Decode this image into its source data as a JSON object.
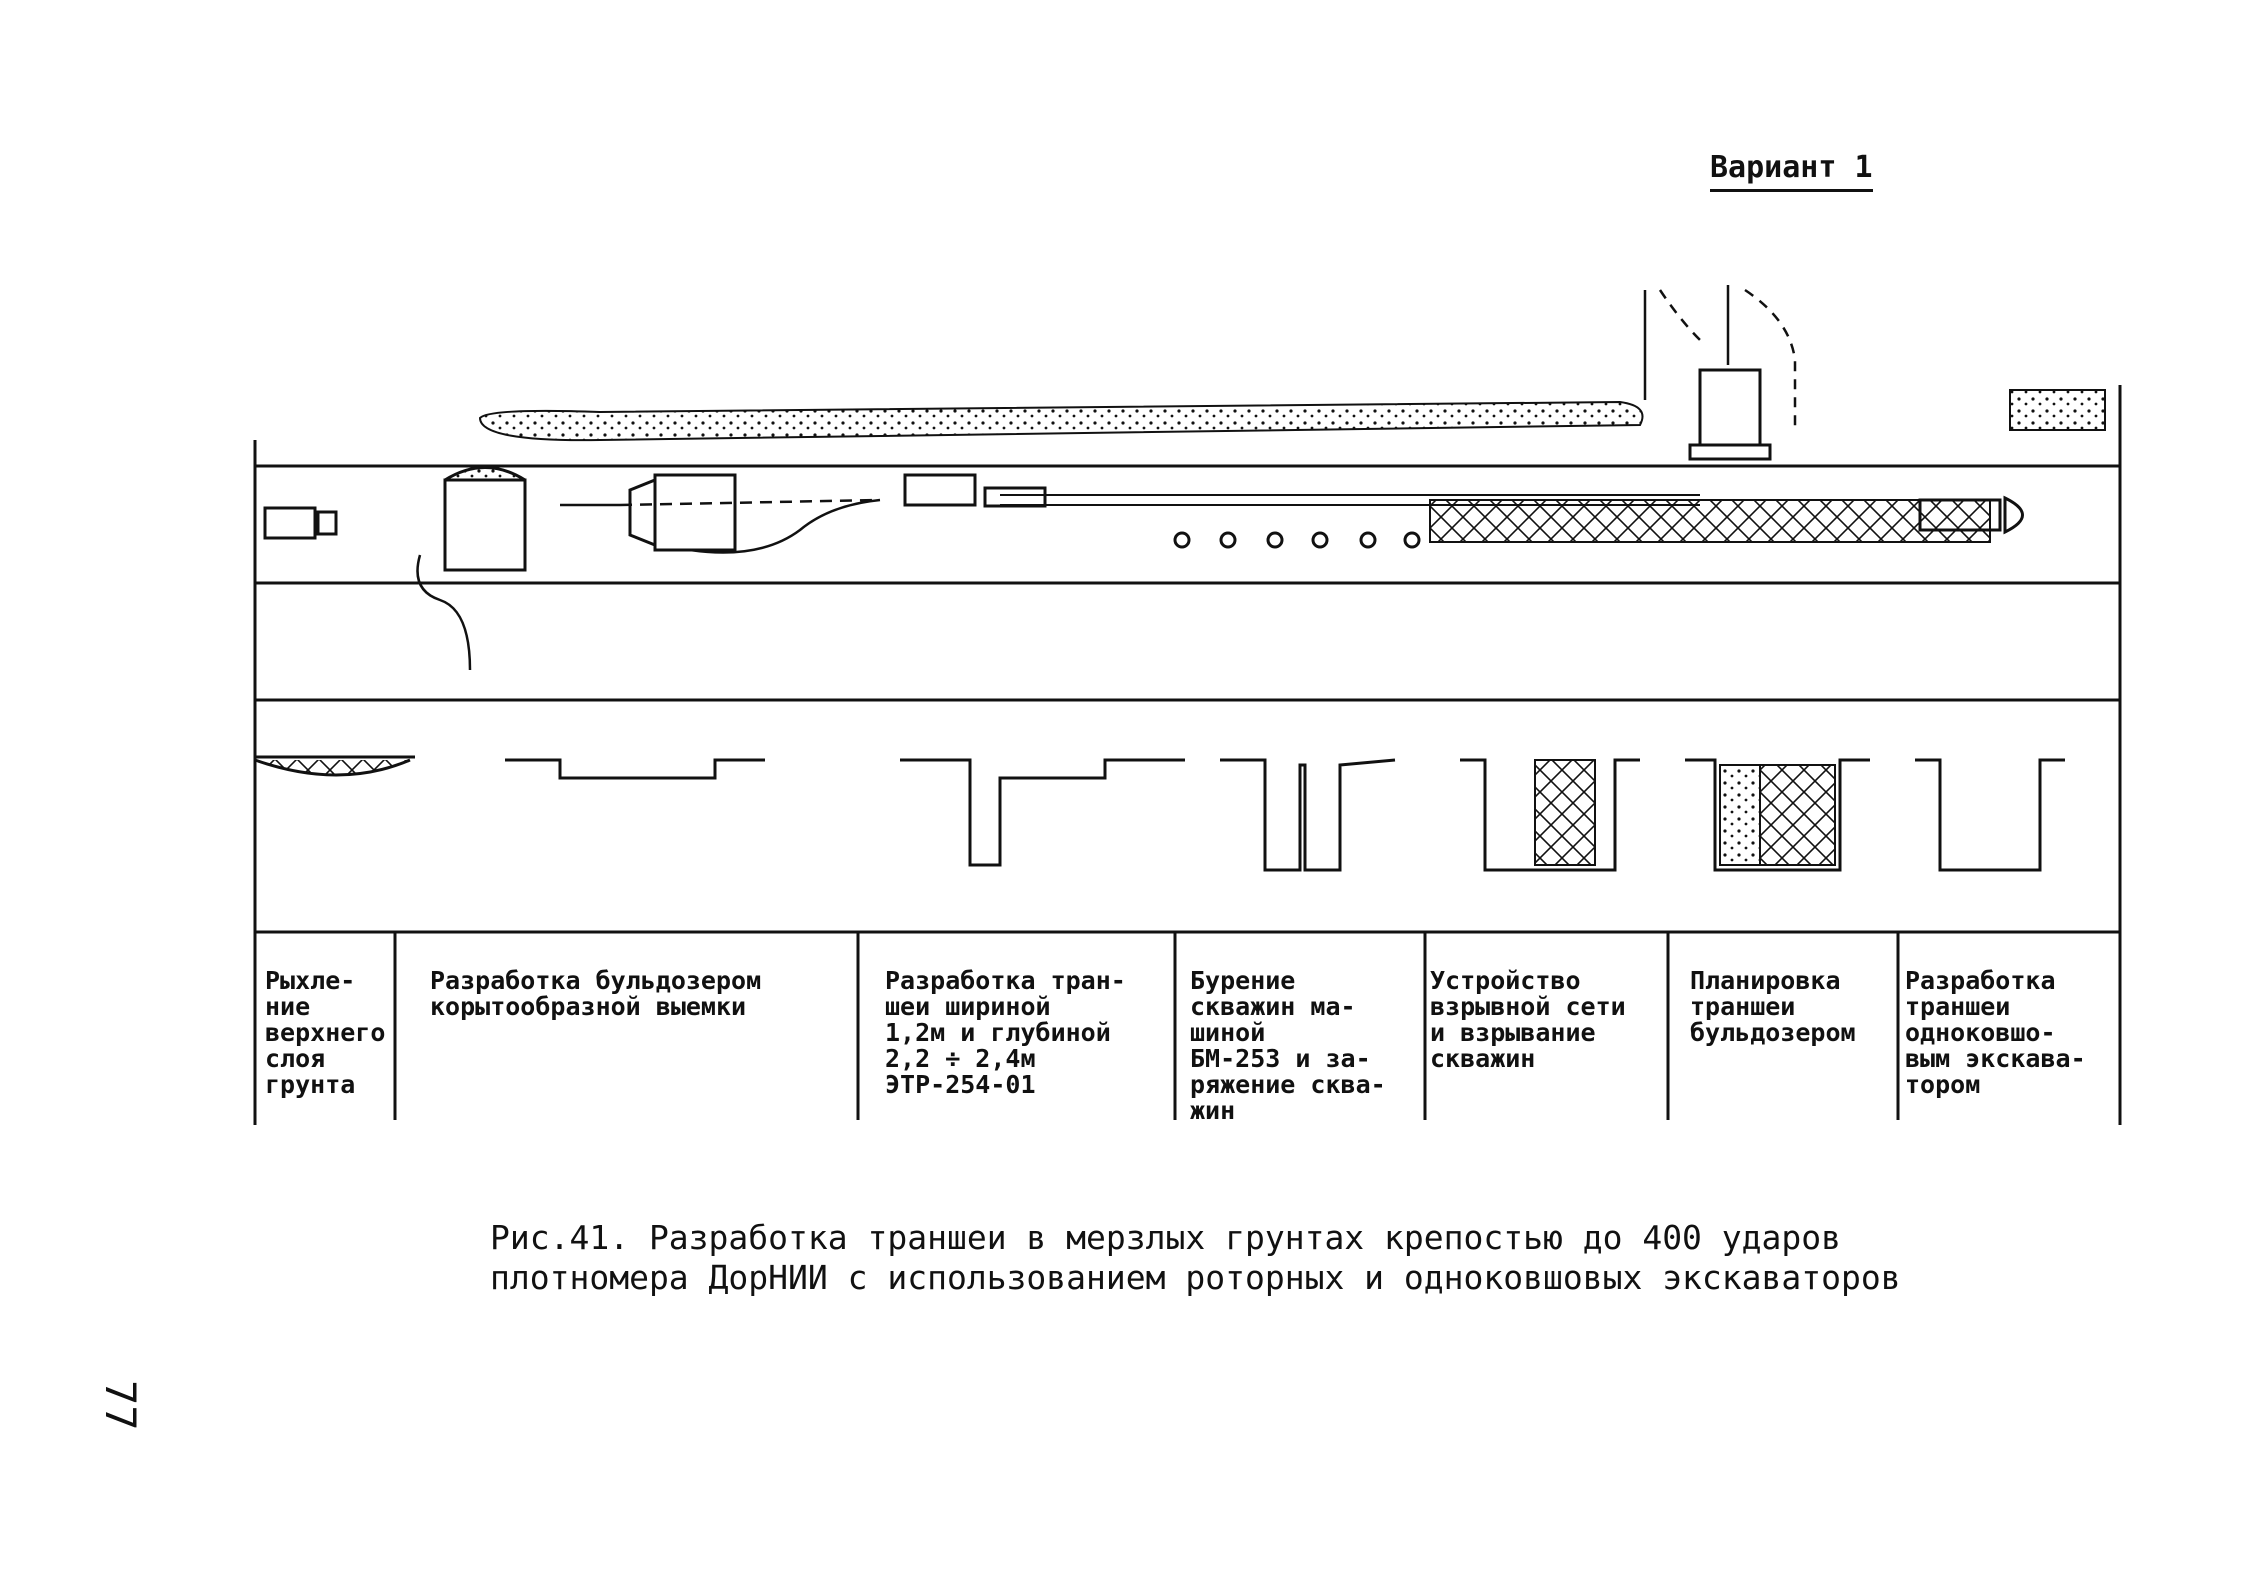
{
  "variant_label": "Вариант 1",
  "stages": [
    "Рыхле-\nние\nверхнего\nслоя\nгрунта",
    "Разработка бульдозером\nкорытообразной выемки",
    "Разработка тран-\nшеи шириной\n1,2м и глубиной\n2,2 ÷ 2,4м\nЭТР-254-01",
    "Бурение\nскважин ма-\nшиной\nБМ-253 и за-\nряжение сква-\nжин",
    "Устройство\nвзрывной сети\nи взрывание\nскважин",
    "Планировка\nтраншеи\nбульдозером",
    "Разработка\nтраншеи\nодноковшо-\nвым экскава-\nтором"
  ],
  "caption": "Рис.41. Разработка траншеи в мерзлых грунтах крепостью до 400 ударов\nплотномера ДорНИИ с использованием роторных и одноковшовых экскаваторов",
  "page_number": "77"
}
